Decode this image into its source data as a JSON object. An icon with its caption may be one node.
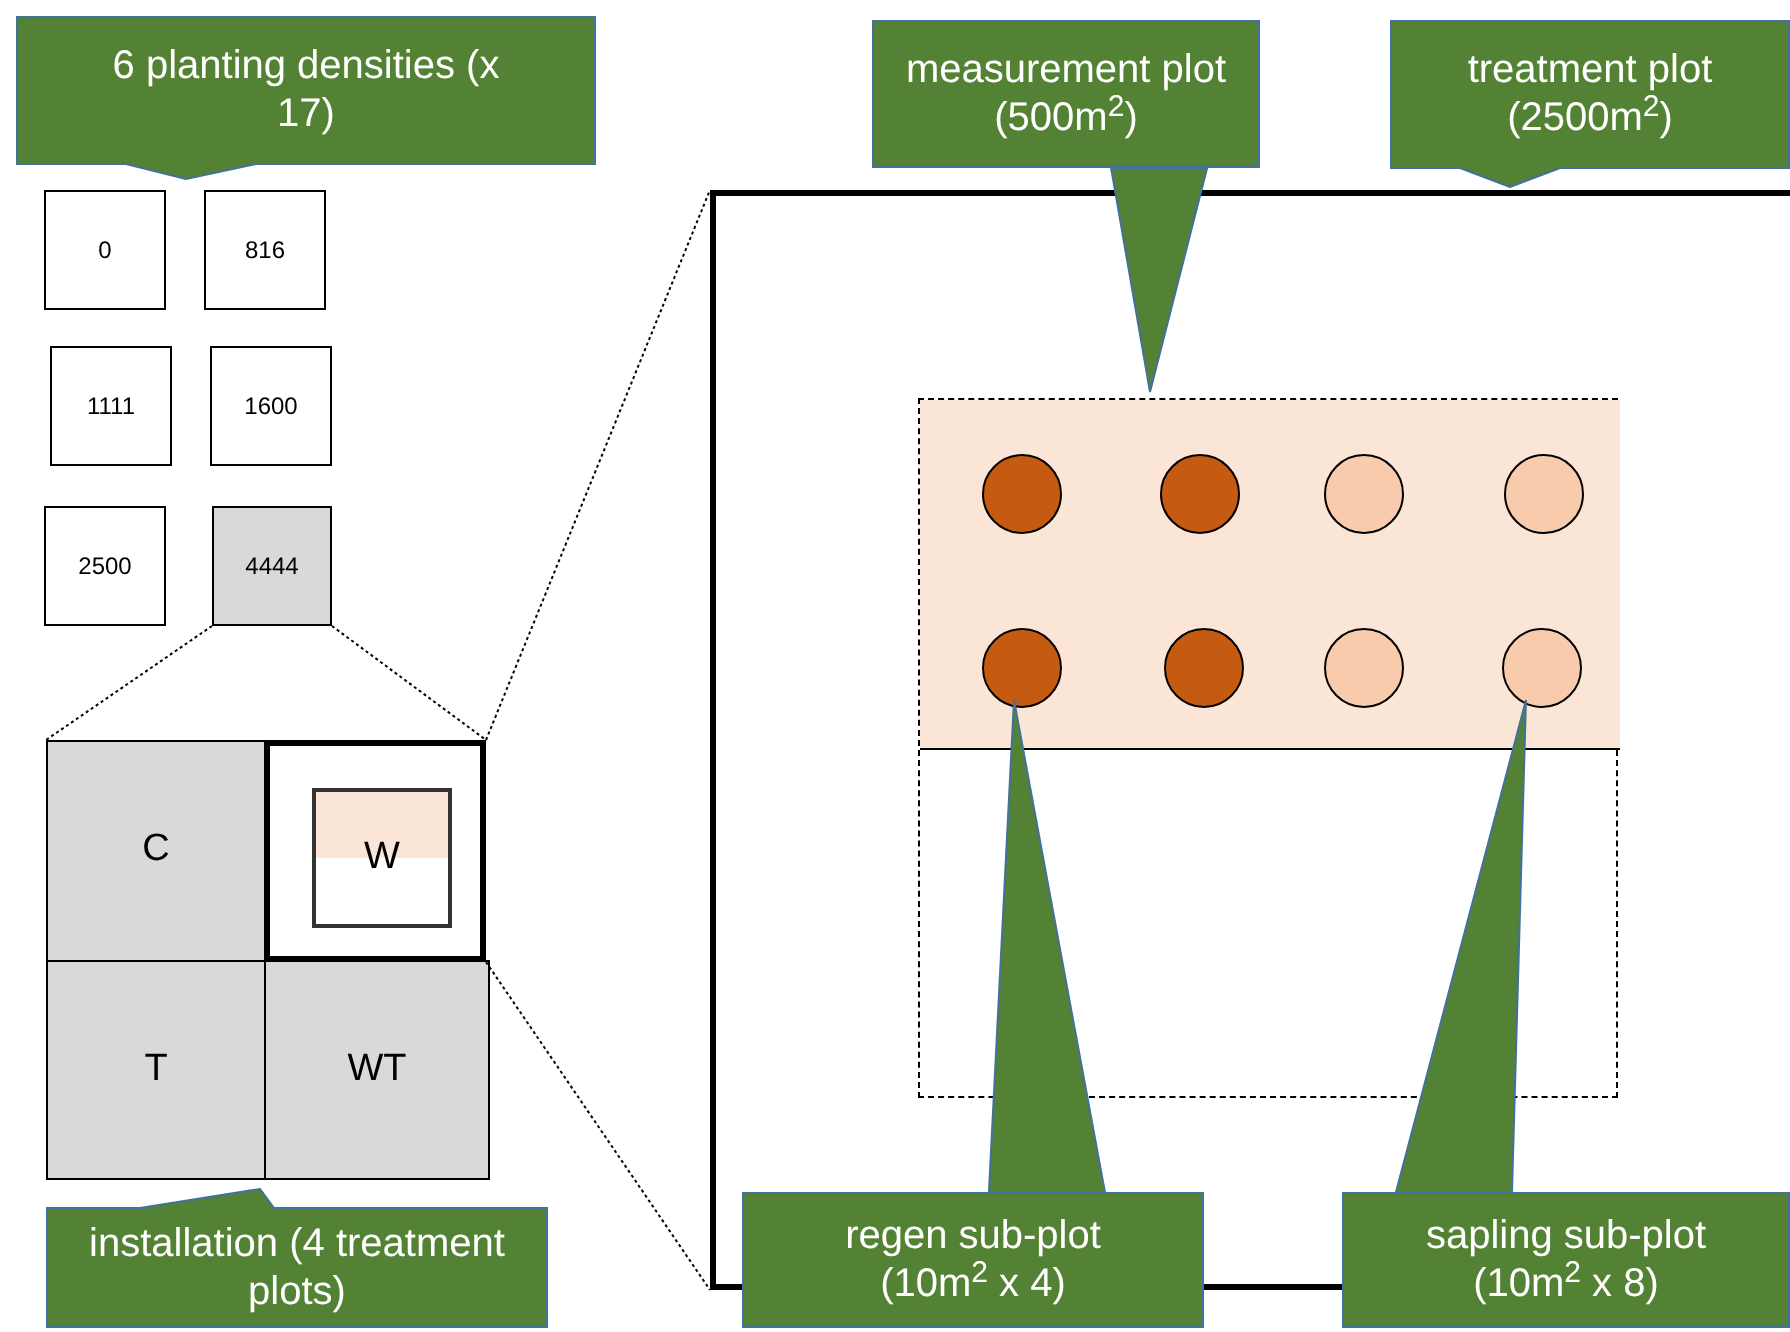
{
  "diagram": {
    "nodes": [
      {
        "text": [
          "6 planting densities (x 17)"
        ]
      },
      {
        "text": [
          "0"
        ]
      },
      {
        "text": [
          "816"
        ]
      },
      {
        "text": [
          "1111"
        ]
      },
      {
        "text": [
          "1600"
        ]
      },
      {
        "text": [
          "2500"
        ]
      },
      {
        "text": [
          "4444"
        ]
      },
      {
        "text": [
          "C"
        ]
      },
      {
        "text": [],
        "shape": "box"
      },
      {
        "text": [
          "W"
        ],
        "in": 8
      },
      {
        "text": [
          "T"
        ]
      },
      {
        "text": [
          "WT"
        ]
      },
      {
        "text": [
          "installation (4 treatment plots)"
        ]
      },
      {
        "text": [],
        "shape": "box"
      },
      {
        "text": [],
        "shape": "box",
        "in": 13
      },
      {
        "text": [],
        "shape": "box",
        "in": 14
      },
      {
        "text": [],
        "shape": "circle",
        "in": 15
      },
      {
        "text": [],
        "shape": "circle",
        "in": 15
      },
      {
        "text": [],
        "shape": "circle",
        "in": 15
      },
      {
        "text": [],
        "shape": "circle",
        "in": 15
      },
      {
        "text": [],
        "shape": "circle",
        "in": 15
      },
      {
        "text": [],
        "shape": "circle",
        "in": 15
      },
      {
        "text": [],
        "shape": "circle",
        "in": 15
      },
      {
        "text": [],
        "shape": "circle",
        "in": 15
      },
      {
        "text": [
          "measurement plot (500m$^{2}$)"
        ]
      },
      {
        "text": [
          "treatment plot (2500m$^{2}$)"
        ]
      },
      {
        "text": [
          "regen sub-plot (10m$^{2}$ x 4)"
        ]
      },
      {
        "text": [
          "sapling sub-plot (10m$^{2}$ x 8)"
        ]
      }
    ],
    "edges": [
      {
        "from": 24,
        "to": 15,
        "arrow": "to"
      },
      {
        "from": 26,
        "to": 20,
        "arrow": "to"
      },
      {
        "from": 27,
        "to": 23,
        "arrow": "to"
      },
      {
        "from": 6,
        "to": 7,
        "arrow": "none",
        "style": "dashed"
      },
      {
        "from": 6,
        "to": 8,
        "arrow": "none",
        "style": "dashed"
      },
      {
        "from": 8,
        "to": 13,
        "arrow": "none",
        "style": "dashed"
      },
      {
        "from": 8,
        "to": 13,
        "arrow": "none",
        "style": "dashed"
      }
    ]
  }
}
